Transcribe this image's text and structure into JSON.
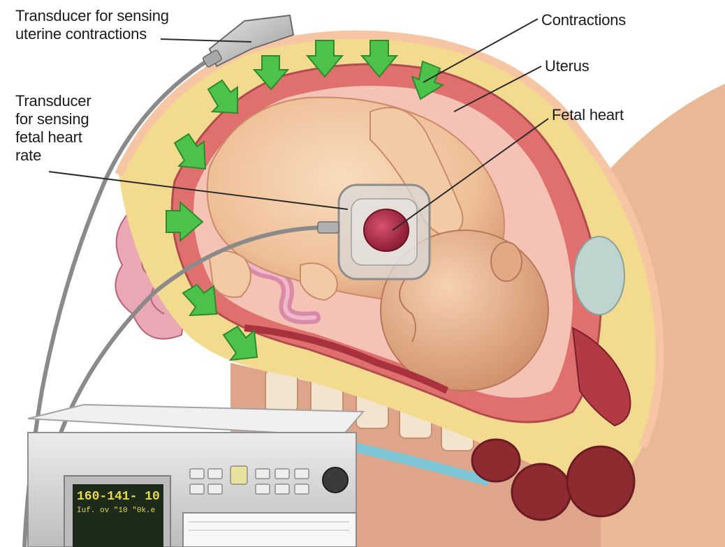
{
  "labels": {
    "uterine_transducer": [
      "Transducer for sensing",
      "uterine contractions"
    ],
    "fetal_transducer": [
      "Transducer",
      "for sensing",
      "fetal heart",
      "rate"
    ],
    "contractions": "Contractions",
    "uterus": "Uterus",
    "fetal_heart": "Fetal heart"
  },
  "monitor": {
    "readout_main": "160-141-  10",
    "readout_sub": "Iuf. ov  \"10  \"0k.e"
  },
  "colors": {
    "arrow": "#4cc24a",
    "uterus_wall": "#e0706e",
    "fat_layer": "#f2da8e",
    "fetal_skin": "#f3cda9",
    "transducer": "#b9b9b9",
    "cable": "#8a8a8a",
    "monitor_body": "#d9d9d9",
    "monitor_screen": "#1d2b1a"
  }
}
